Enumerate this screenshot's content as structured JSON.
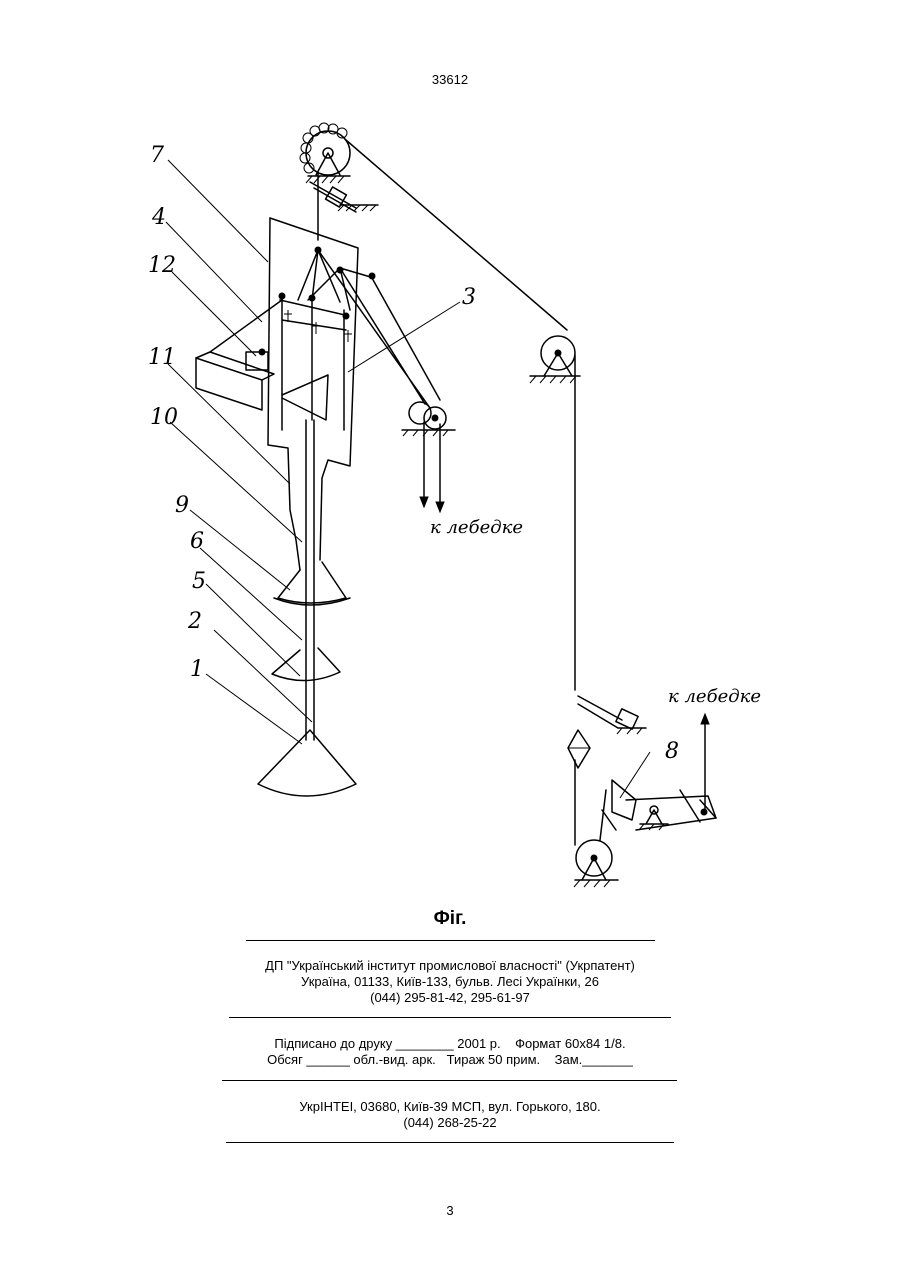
{
  "header": {
    "page_code": "33612"
  },
  "figure": {
    "labels": [
      "7",
      "4",
      "12",
      "11",
      "10",
      "9",
      "6",
      "5",
      "2",
      "1",
      "3",
      "8"
    ],
    "winch_label_1": "к лебедке",
    "winch_label_2": "к лебедке",
    "caption": "Фіг."
  },
  "publisher": {
    "line1": "ДП \"Український інститут промислової власності\" (Укрпатент)",
    "line2": "Україна, 01133, Київ-133, бульв. Лесі Українки, 26",
    "line3": "(044) 295-81-42, 295-61-97"
  },
  "print_info": {
    "line1": "Підписано до друку ________ 2001 р.    Формат 60х84 1/8.",
    "line2": "Обсяг ______ обл.-вид. арк.   Тираж 50 прим.    Зам._______"
  },
  "printer": {
    "line1": "УкрІНТЕІ, 03680, Київ-39 МСП, вул. Горького, 180.",
    "line2": "(044) 268-25-22"
  },
  "footer": {
    "page_number": "3"
  }
}
